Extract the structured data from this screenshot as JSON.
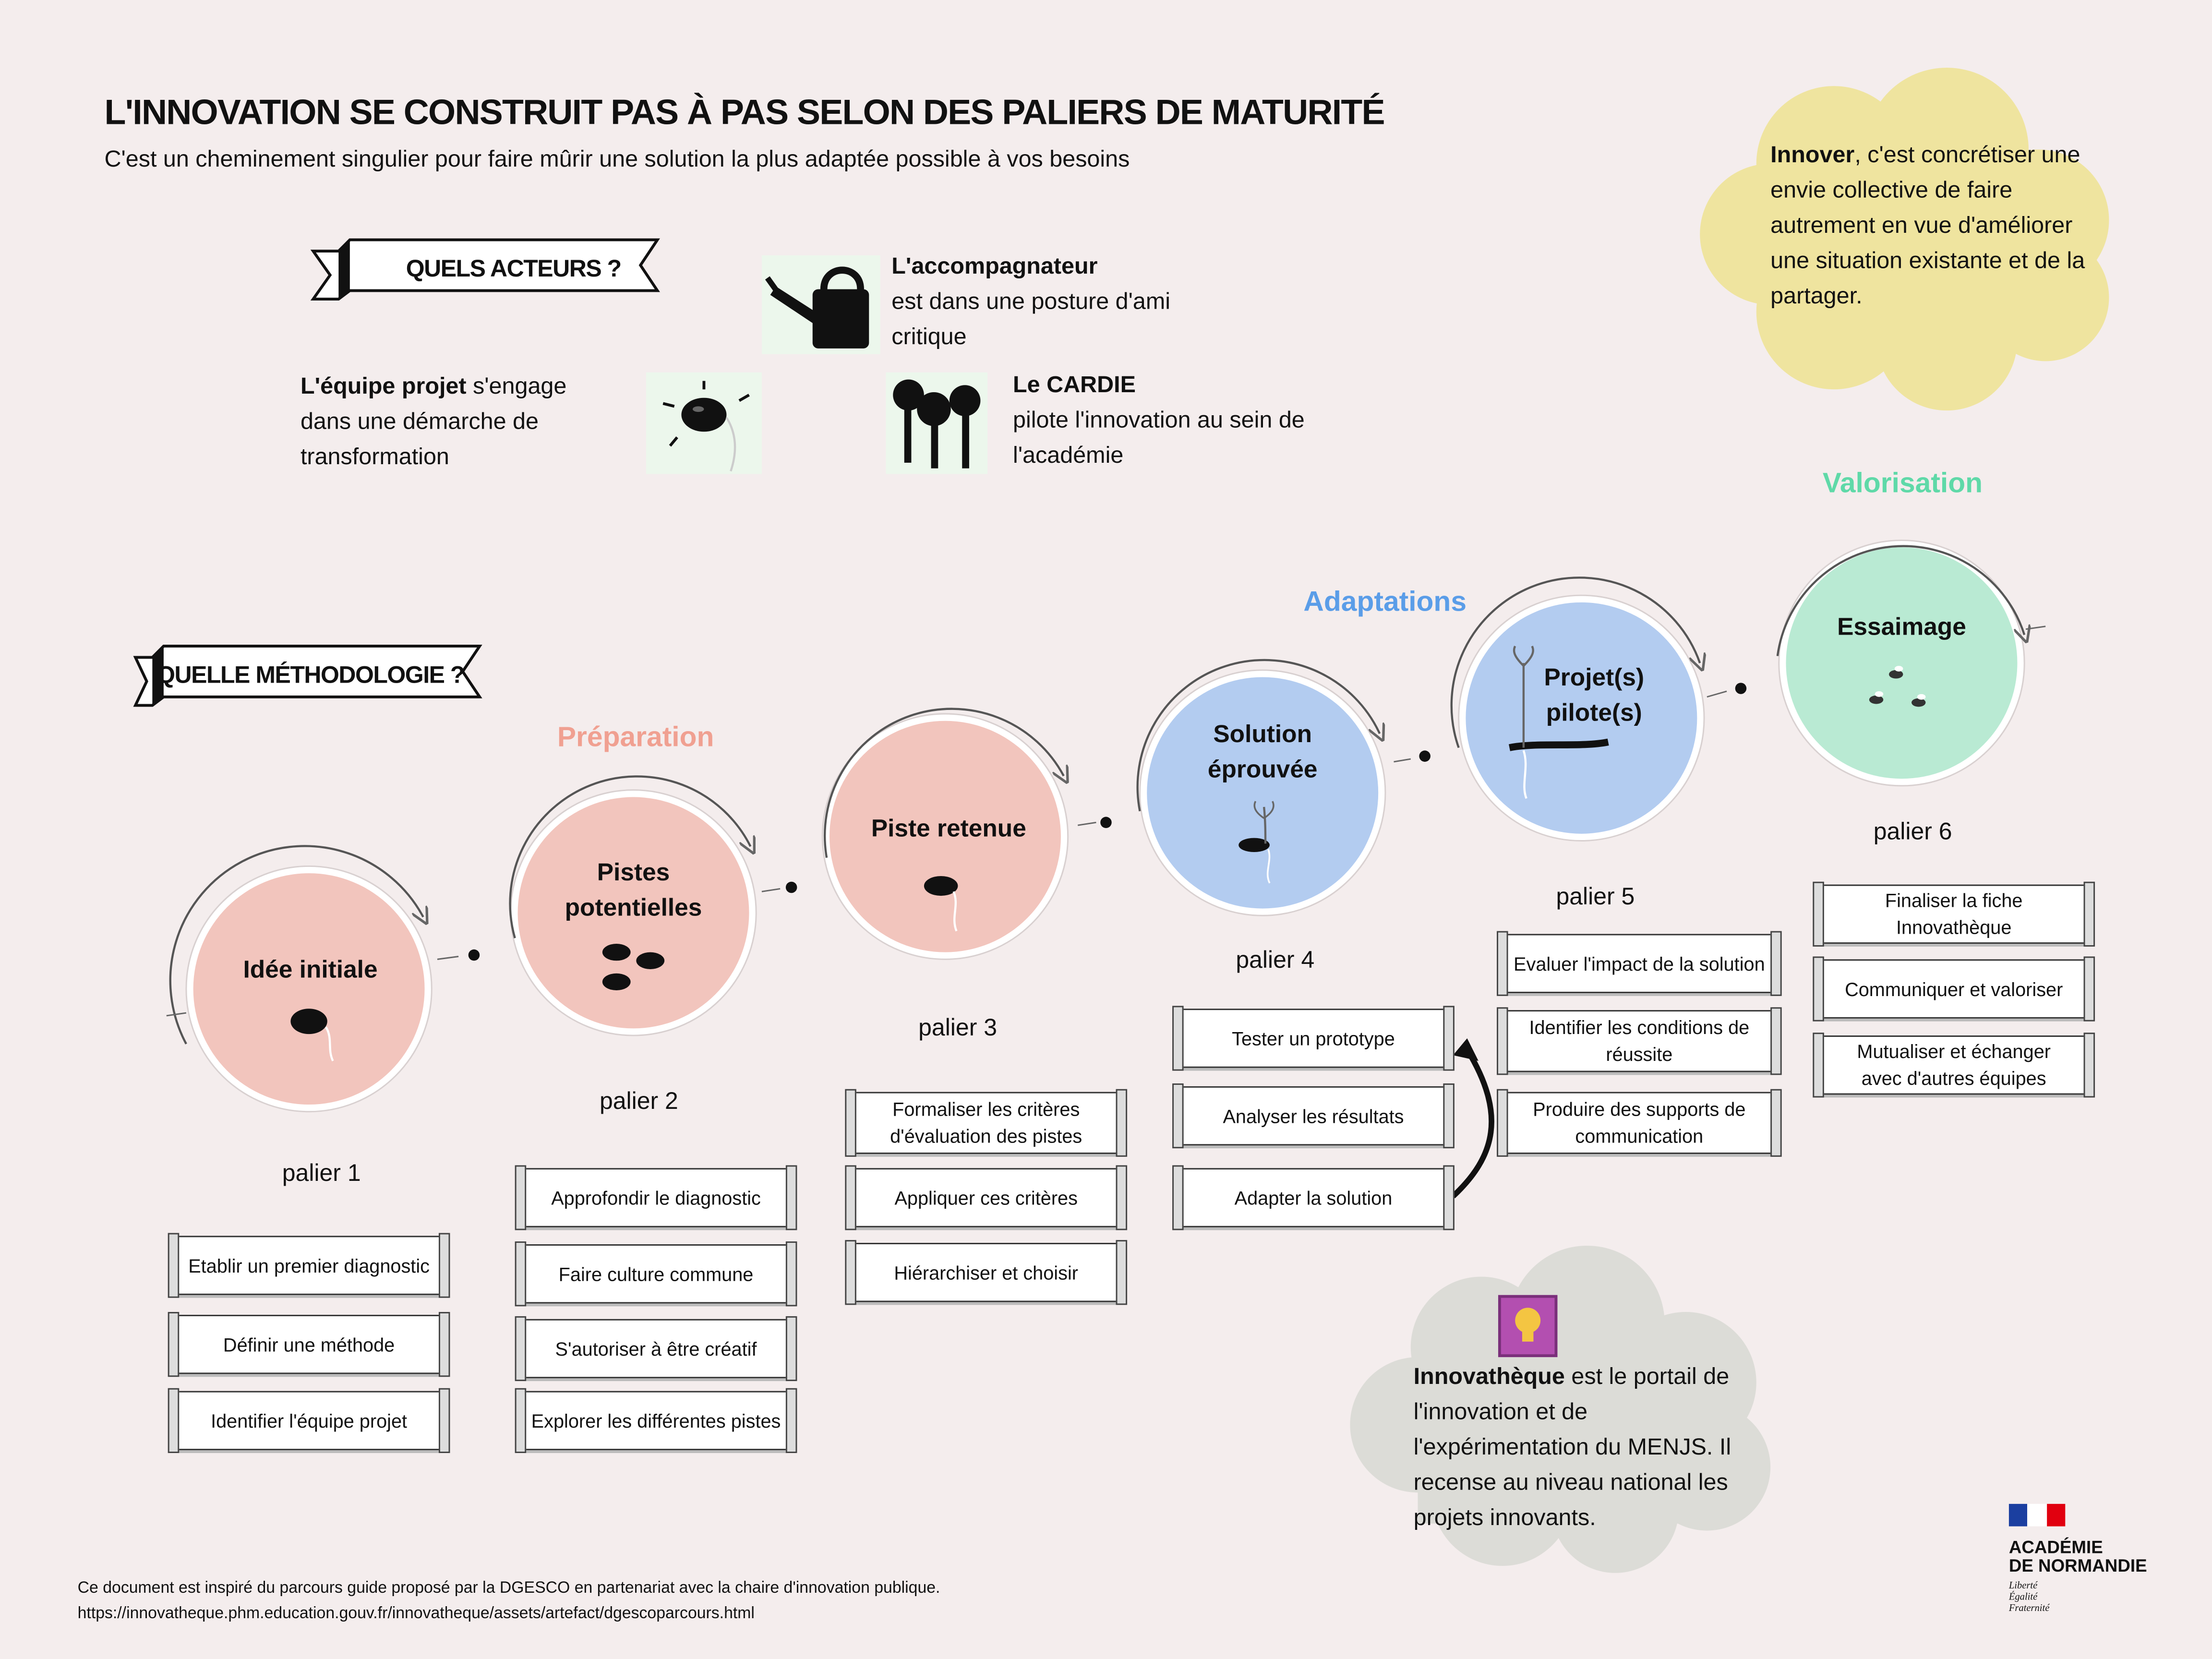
{
  "title": "L'INNOVATION SE CONSTRUIT PAS À PAS SELON DES PALIERS DE MATURITÉ",
  "subtitle": "C'est un cheminement singulier pour faire mûrir une solution la plus adaptée possible à vos besoins",
  "actors": {
    "ribbon": "QUELS ACTEURS ?",
    "equipe": {
      "bold": "L'équipe projet",
      "rest": " s'engage dans une démarche de transformation"
    },
    "accompagnateur": {
      "bold": "L'accompagnateur",
      "rest": "est dans une posture d'ami critique"
    },
    "cardie": {
      "bold": "Le CARDIE",
      "rest": "pilote l'innovation au sein de l'académie"
    }
  },
  "methodology_ribbon": "QUELLE MÉTHODOLOGIE ?",
  "cloud_yellow": {
    "bold": "Innover",
    "rest": ", c'est concrétiser une envie collective de faire autrement en vue d'améliorer une situation existante et de la partager."
  },
  "phases": {
    "preparation": "Préparation",
    "adaptations": "Adaptations",
    "valorisation": "Valorisation"
  },
  "colors": {
    "pink": "#f2c5bd",
    "blue": "#b3ccf0",
    "green": "#b9ead3",
    "pink_text": "#f0a091",
    "blue_text": "#5a9de8",
    "green_text": "#5fd9a8",
    "cloud_yellow": "#efe49f",
    "cloud_grey": "#dcdcd7"
  },
  "steps": [
    {
      "label1": "Idée initiale",
      "label2": "",
      "palier": "palier 1",
      "items": [
        "Etablir un premier diagnostic",
        "Définir une méthode",
        "Identifier l'équipe projet"
      ]
    },
    {
      "label1": "Pistes",
      "label2": "potentielles",
      "palier": "palier 2",
      "items": [
        "Approfondir le diagnostic",
        "Faire  culture commune",
        "S'autoriser à être créatif",
        "Explorer les différentes pistes"
      ]
    },
    {
      "label1": "Piste retenue",
      "label2": "",
      "palier": "palier 3",
      "items": [
        "Formaliser les critères d'évaluation des pistes",
        "Appliquer ces critères",
        "Hiérarchiser et choisir"
      ]
    },
    {
      "label1": "Solution",
      "label2": "éprouvée",
      "palier": "palier 4",
      "items": [
        "Tester un prototype",
        "Analyser les résultats",
        "Adapter la solution"
      ]
    },
    {
      "label1": "Projet(s)",
      "label2": "pilote(s)",
      "palier": "palier 5",
      "items": [
        "Evaluer l'impact de la solution",
        "Identifier les conditions de réussite",
        "Produire des supports de communication"
      ]
    },
    {
      "label1": "Essaimage",
      "label2": "",
      "palier": "palier 6",
      "items": [
        "Finaliser la fiche Innovathèque",
        "Communiquer et valoriser",
        "Mutualiser et échanger avec d'autres équipes"
      ]
    }
  ],
  "cloud_grey": {
    "bold": "Innovathèque",
    "rest": " est le portail de l'innovation et de l'expérimentation du MENJS. Il recense au niveau national les projets innovants."
  },
  "footer": {
    "line1": "Ce document est inspiré du parcours guide proposé par la DGESCO en partenariat avec la chaire d'innovation publique.",
    "line2": "https://innovatheque.phm.education.gouv.fr/innovatheque/assets/artefact/dgescoparcours.html"
  },
  "logo": {
    "line1": "ACADÉMIE",
    "line2": "DE NORMANDIE",
    "motto1": "Liberté",
    "motto2": "Égalité",
    "motto3": "Fraternité"
  }
}
